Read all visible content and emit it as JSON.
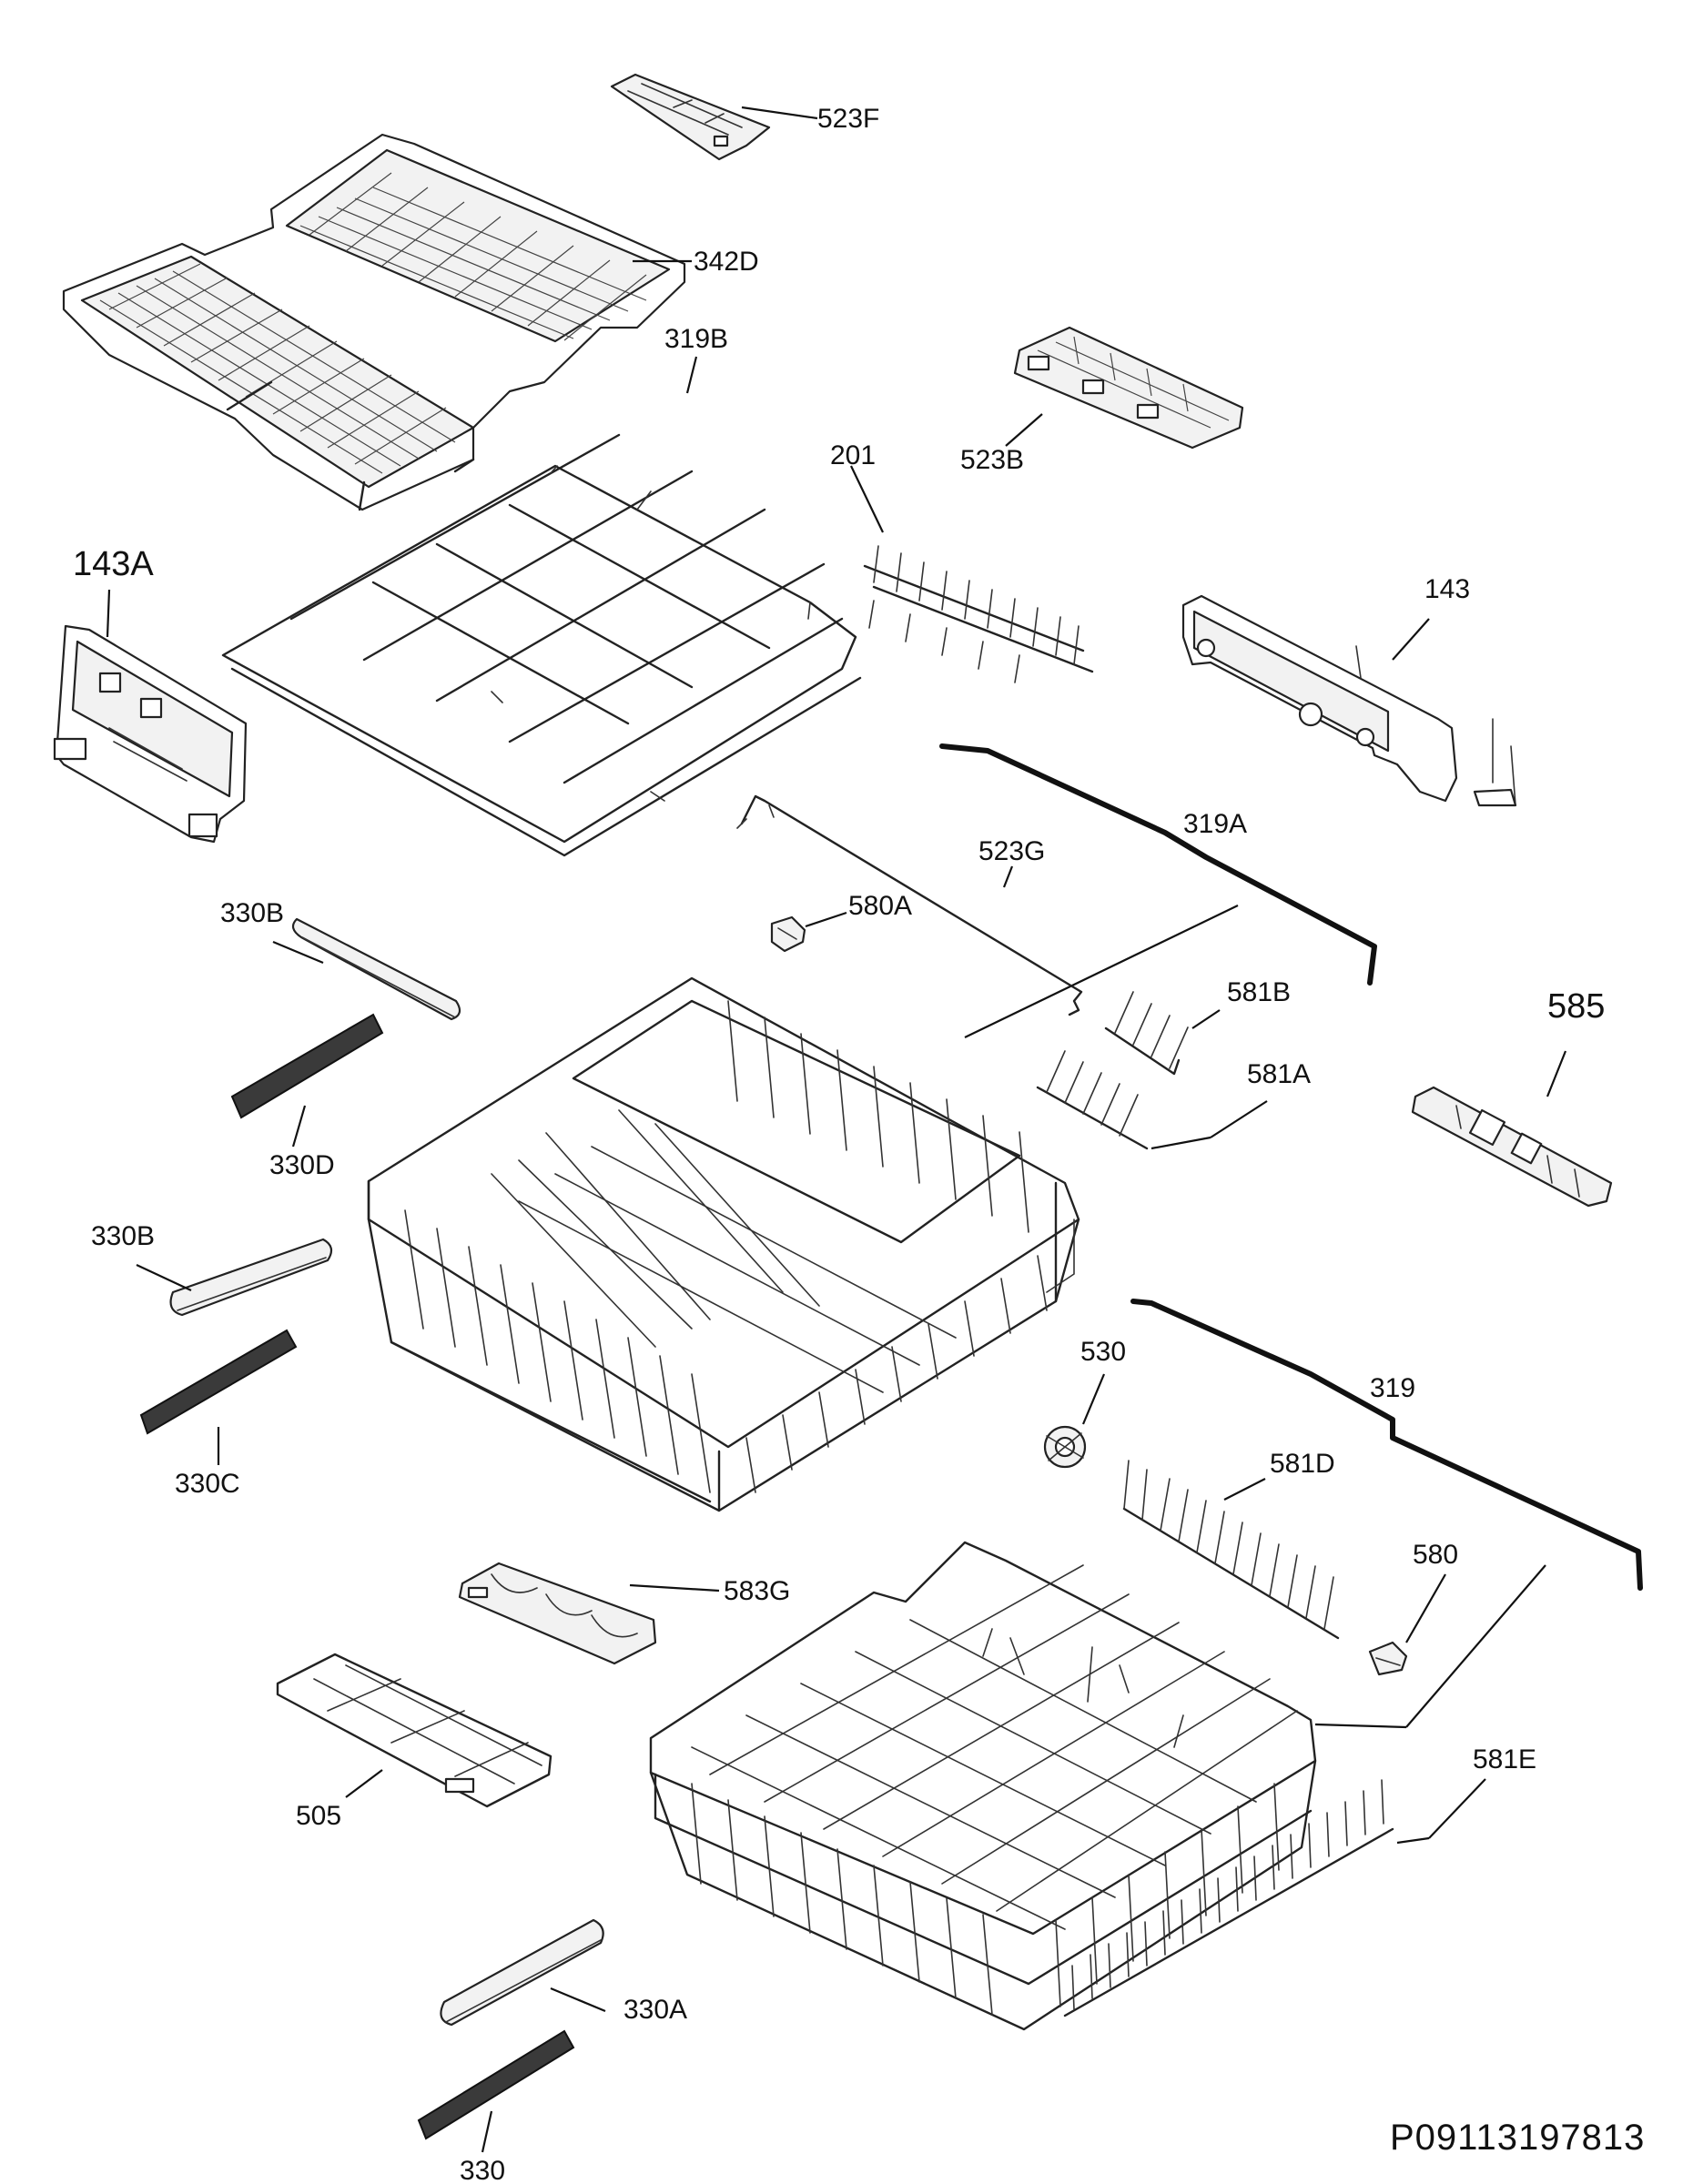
{
  "diagram": {
    "document_number": "P09113197813",
    "callouts": [
      {
        "id": "523F",
        "label": "523F"
      },
      {
        "id": "342D",
        "label": "342D"
      },
      {
        "id": "523B",
        "label": "523B"
      },
      {
        "id": "319B",
        "label": "319B"
      },
      {
        "id": "201",
        "label": "201"
      },
      {
        "id": "143A",
        "label": "143A"
      },
      {
        "id": "143",
        "label": "143"
      },
      {
        "id": "319A",
        "label": "319A"
      },
      {
        "id": "523G",
        "label": "523G"
      },
      {
        "id": "580A",
        "label": "580A"
      },
      {
        "id": "330B_top",
        "label": "330B"
      },
      {
        "id": "581B",
        "label": "581B"
      },
      {
        "id": "585",
        "label": "585"
      },
      {
        "id": "581A",
        "label": "581A"
      },
      {
        "id": "330D",
        "label": "330D"
      },
      {
        "id": "330B_mid",
        "label": "330B"
      },
      {
        "id": "530",
        "label": "530"
      },
      {
        "id": "319",
        "label": "319"
      },
      {
        "id": "581D",
        "label": "581D"
      },
      {
        "id": "330C",
        "label": "330C"
      },
      {
        "id": "580",
        "label": "580"
      },
      {
        "id": "583G",
        "label": "583G"
      },
      {
        "id": "505",
        "label": "505"
      },
      {
        "id": "581E",
        "label": "581E"
      },
      {
        "id": "330A",
        "label": "330A"
      },
      {
        "id": "330",
        "label": "330"
      }
    ]
  }
}
